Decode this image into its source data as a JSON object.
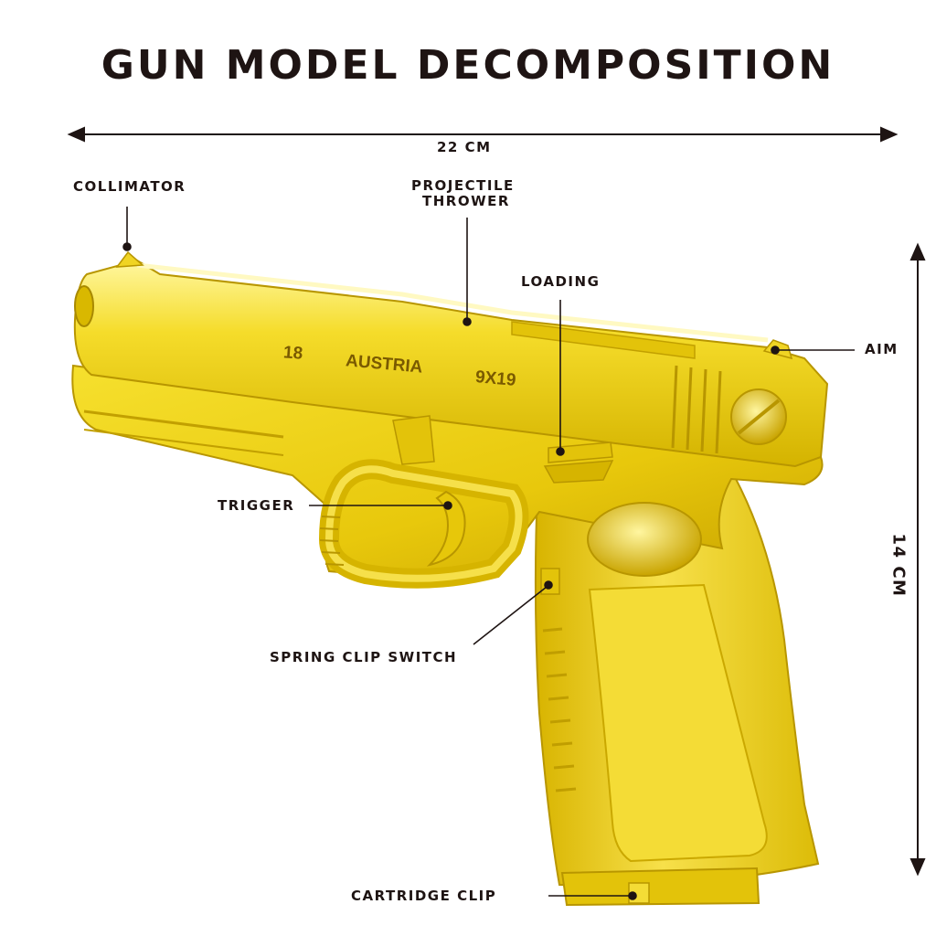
{
  "title": "GUN MODEL DECOMPOSITION",
  "dimensions": {
    "width": "22 CM",
    "height": "14 CM"
  },
  "labels": {
    "collimator": "COLLIMATOR",
    "projectile_thrower_line1": "PROJECTILE",
    "projectile_thrower_line2": "THROWER",
    "loading": "LOADING",
    "aim": "AIM",
    "trigger": "TRIGGER",
    "spring_clip_switch": "SPRING CLIP SWITCH",
    "cartridge_clip": "CARTRIDGE CLIP"
  },
  "engraving": {
    "model": "18",
    "country": "AUSTRIA",
    "caliber": "9X19"
  },
  "colors": {
    "gold_light": "#FFF06A",
    "gold": "#F2D21A",
    "gold_dark": "#C9A400",
    "text": "#1E1413"
  }
}
